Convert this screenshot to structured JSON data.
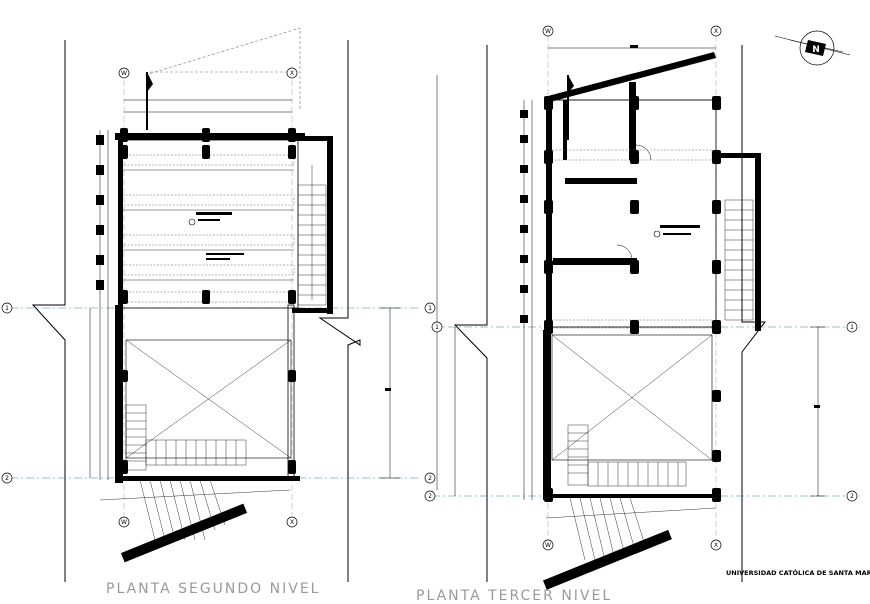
{
  "plans": [
    {
      "title": "PLANTA SEGUNDO NIVEL",
      "grid_cols": [
        "W",
        "X"
      ],
      "grid_rows": [
        "1",
        "2"
      ]
    },
    {
      "title": "PLANTA TERCER  NIVEL",
      "grid_cols": [
        "W",
        "X"
      ],
      "grid_rows": [
        "1",
        "2"
      ]
    }
  ],
  "institution": "UNIVERSIDAD CATÓLICA DE SANTA MARÍA",
  "north_label": "N",
  "colors": {
    "line": "#000000",
    "axis": "#2b8a99",
    "dash": "#777777",
    "title": "#9a9a9a"
  }
}
